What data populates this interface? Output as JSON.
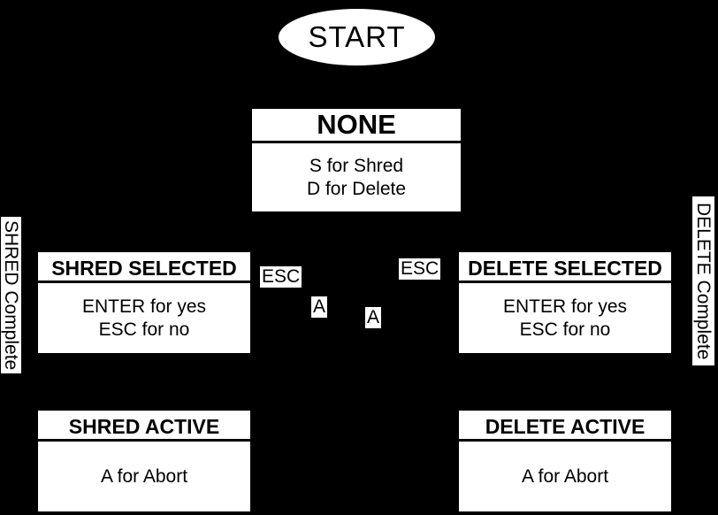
{
  "diagram": {
    "colors": {
      "background": "#000000",
      "node_fill": "#ffffff",
      "text": "#000000"
    },
    "start": {
      "label": "START"
    },
    "states": {
      "none": {
        "title": "NONE",
        "line1": "S for Shred",
        "line2": "D for Delete"
      },
      "shred_selected": {
        "title": "SHRED SELECTED",
        "line1": "ENTER for yes",
        "line2": "ESC for no"
      },
      "delete_selected": {
        "title": "DELETE SELECTED",
        "line1": "ENTER for yes",
        "line2": "ESC for no"
      },
      "shred_active": {
        "title": "SHRED ACTIVE",
        "line1": "A for Abort"
      },
      "delete_active": {
        "title": "DELETE ACTIVE",
        "line1": "A for Abort"
      }
    },
    "edge_labels": {
      "esc_left": "ESC",
      "esc_right": "ESC",
      "a_left": "A",
      "a_right": "A",
      "shred_complete": "SHRED Complete",
      "delete_complete": "DELETE Complete"
    }
  }
}
